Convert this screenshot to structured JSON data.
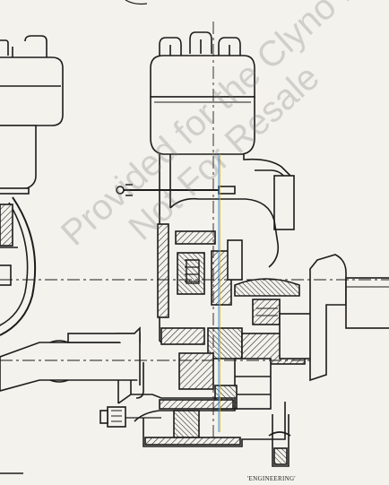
{
  "figure": {
    "credit": "'ENGINEERING'"
  },
  "watermark": {
    "line1": "Provided for the Clyno Re",
    "line2": "Not For Resale"
  },
  "colors": {
    "paper": "#f4f2ec",
    "ink": "#1c1c1c",
    "hatch": "#2a2a2a",
    "watermark": "#9a9a9a"
  }
}
